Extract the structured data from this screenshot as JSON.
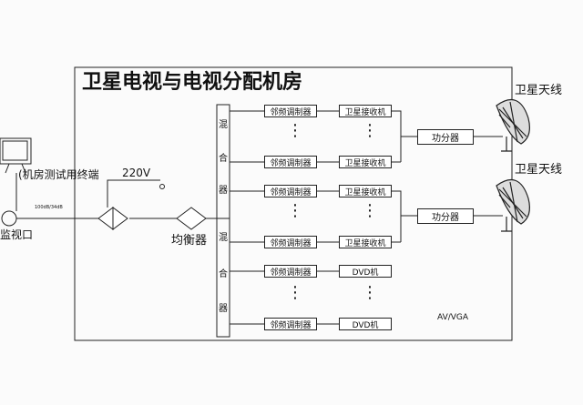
{
  "title": "卫星电视与电视分配机房",
  "mixer_chars": [
    "混",
    "合",
    "器"
  ],
  "modulator_label": "邻频调制器",
  "receiver_label": "卫星接收机",
  "dvd_label": "DVD机",
  "splitter_label": "功分器",
  "satellite_antenna_label": "卫星天线",
  "balancer_label": "均衡器",
  "power_label": "220V",
  "test_terminal_label": "(机房测试用终端",
  "monitor_port_label": "监视口",
  "level_label": "100dB/34dB",
  "av_vga_label": "AV/VGA",
  "ellipsis": "⋮"
}
